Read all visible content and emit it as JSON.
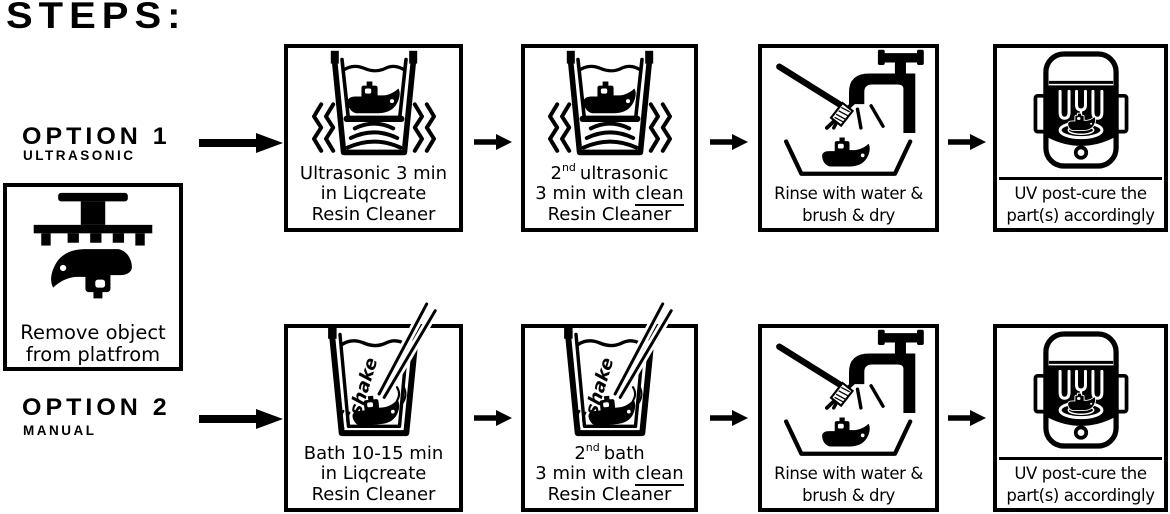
{
  "title": "STEPS:",
  "option1": {
    "label": "OPTION 1",
    "sublabel": "ULTRASONIC"
  },
  "option2": {
    "label": "OPTION 2",
    "sublabel": "MANUAL"
  },
  "remove_step": {
    "line1": "Remove object",
    "line2": "from platfrom"
  },
  "row1": {
    "step1": {
      "line1": "Ultrasonic 3 min",
      "line2": "in Liqcreate",
      "line3": "Resin Cleaner"
    },
    "step2": {
      "l1_num": "2",
      "l1_sup": "nd",
      "l1_rest": "ultrasonic",
      "l2_pre": "3 min with",
      "l2_underlined": "clean",
      "line3": "Resin Cleaner"
    },
    "step3": {
      "line1": "Rinse with water &",
      "line2": "brush & dry"
    },
    "step4": {
      "line1": "UV post-cure the",
      "line2": "part(s) accordingly"
    }
  },
  "row2": {
    "step1": {
      "line1": "Bath 10-15 min",
      "line2": "in Liqcreate",
      "line3": "Resin Cleaner"
    },
    "step2": {
      "l1_num": "2",
      "l1_sup": "nd",
      "l1_rest": "bath",
      "l2_pre": "3 min with",
      "l2_underlined": "clean",
      "line3": "Resin Cleaner"
    },
    "step3": {
      "line1": "Rinse with water &",
      "line2": "brush & dry"
    },
    "step4": {
      "line1": "UV post-cure the",
      "line2": "part(s) accordingly"
    }
  },
  "icons": {
    "shake_label": "shake"
  },
  "colors": {
    "ink": "#000000",
    "background": "#ffffff"
  }
}
